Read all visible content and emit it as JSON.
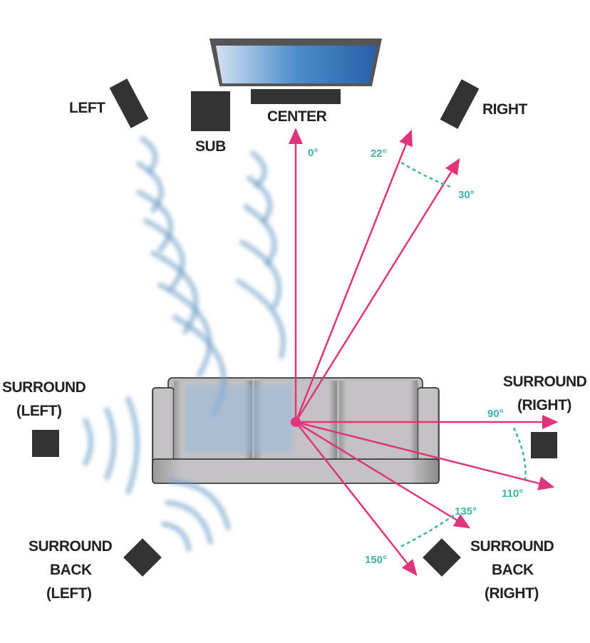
{
  "title": "Surround sound speaker placement",
  "labels": {
    "left": "LEFT",
    "sub": "SUB",
    "center": "CENTER",
    "right": "RIGHT",
    "surround_left": [
      "SURROUND",
      "(LEFT)"
    ],
    "surround_right": [
      "SURROUND",
      "(RIGHT)"
    ],
    "surround_back_left": [
      "SURROUND",
      "BACK",
      "(LEFT)"
    ],
    "surround_back_right": [
      "SURROUND",
      "BACK",
      "(RIGHT)"
    ]
  },
  "angles": {
    "a0": "0°",
    "a22": "22°",
    "a30": "30°",
    "a90": "90°",
    "a110": "110°",
    "a135": "135°",
    "a150": "150°"
  },
  "colors": {
    "ray": "#e0357c",
    "arc": "#3fb3a4",
    "speaker": "#333333",
    "screen": "#2f6db5"
  }
}
